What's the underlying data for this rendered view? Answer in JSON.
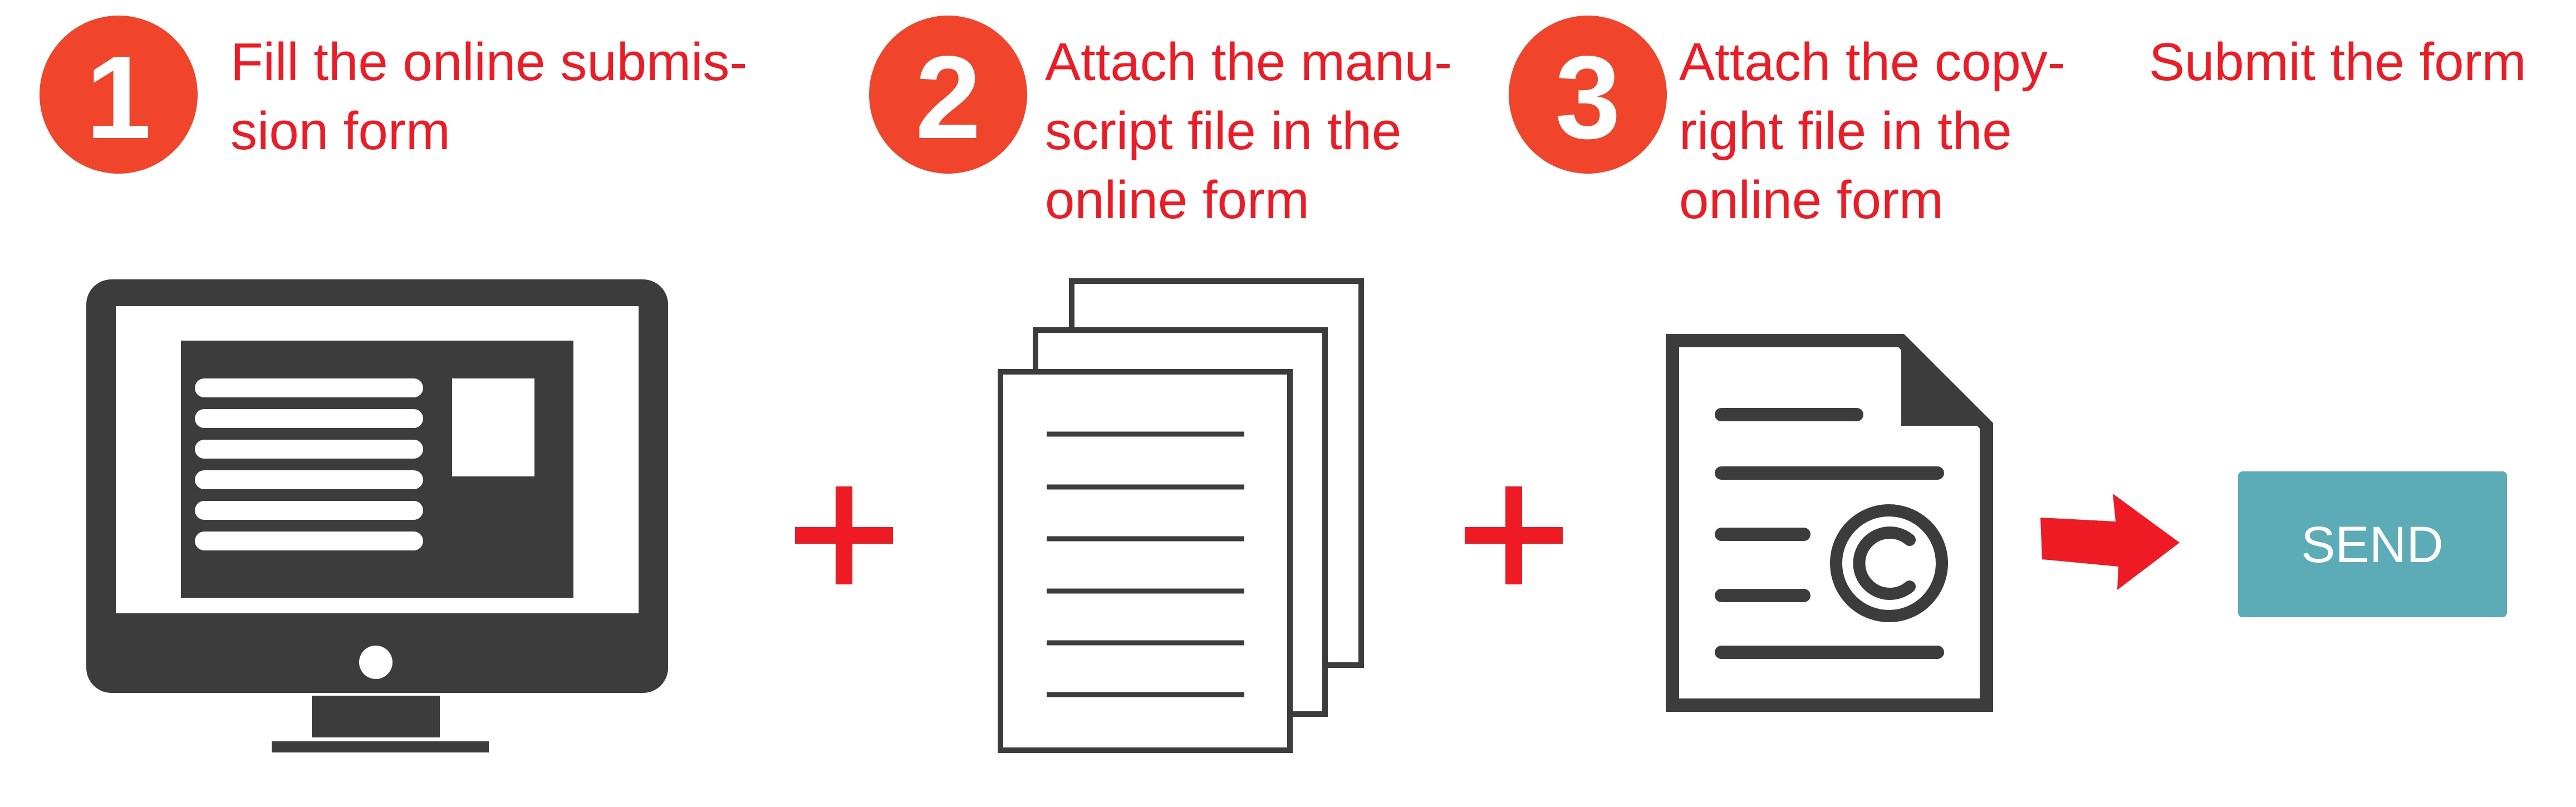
{
  "colors": {
    "accent_red": "#ee1b24",
    "badge_red": "#f0442b",
    "icon_dark": "#3c3c3c",
    "send_teal": "#5bacb7",
    "send_text": "#ffffff"
  },
  "steps": [
    {
      "number": "1",
      "label_lines": [
        "Fill the online submis-",
        "sion form"
      ],
      "icon": "monitor-icon"
    },
    {
      "number": "2",
      "label_lines": [
        "Attach the manu-",
        "script file in the",
        "online form"
      ],
      "icon": "documents-stack-icon"
    },
    {
      "number": "3",
      "label_lines": [
        "Attach the copy-",
        "right file in the",
        "online form"
      ],
      "icon": "copyright-file-icon"
    },
    {
      "number": "",
      "label_lines": [
        "Submit the form"
      ],
      "icon": "send-button-icon"
    }
  ],
  "operators": {
    "plus_1": "plus-icon",
    "plus_2": "plus-icon",
    "arrow": "arrow-right-icon"
  },
  "send_button": {
    "label": "SEND"
  }
}
